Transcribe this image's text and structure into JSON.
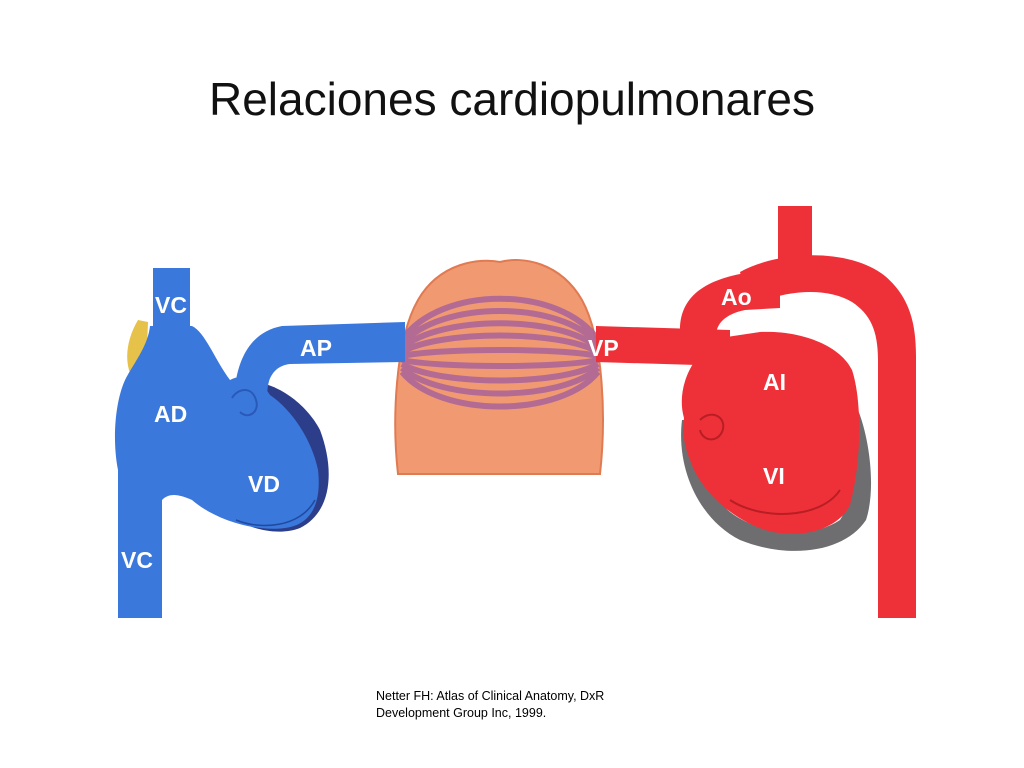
{
  "slide": {
    "title": "Relaciones cardiopulmonares"
  },
  "diagram": {
    "labels": {
      "vc_top": "VC",
      "ad": "AD",
      "vd": "VD",
      "vc_bottom": "VC",
      "ap": "AP",
      "vp": "VP",
      "ao": "Ao",
      "ai": "AI",
      "vi": "VI"
    },
    "colors": {
      "venous": "#3b78dc",
      "venous_dark": "#2a5ab8",
      "arterial": "#ee3138",
      "arterial_dark": "#b81e24",
      "muscle": "#6e6e70",
      "lung": "#f19a72",
      "capillaries": "#a9639a",
      "fat": "#e6c24a"
    }
  },
  "citation": {
    "line1": "Netter FH: Atlas of Clinical Anatomy, DxR",
    "line2": "Development Group Inc, 1999."
  }
}
